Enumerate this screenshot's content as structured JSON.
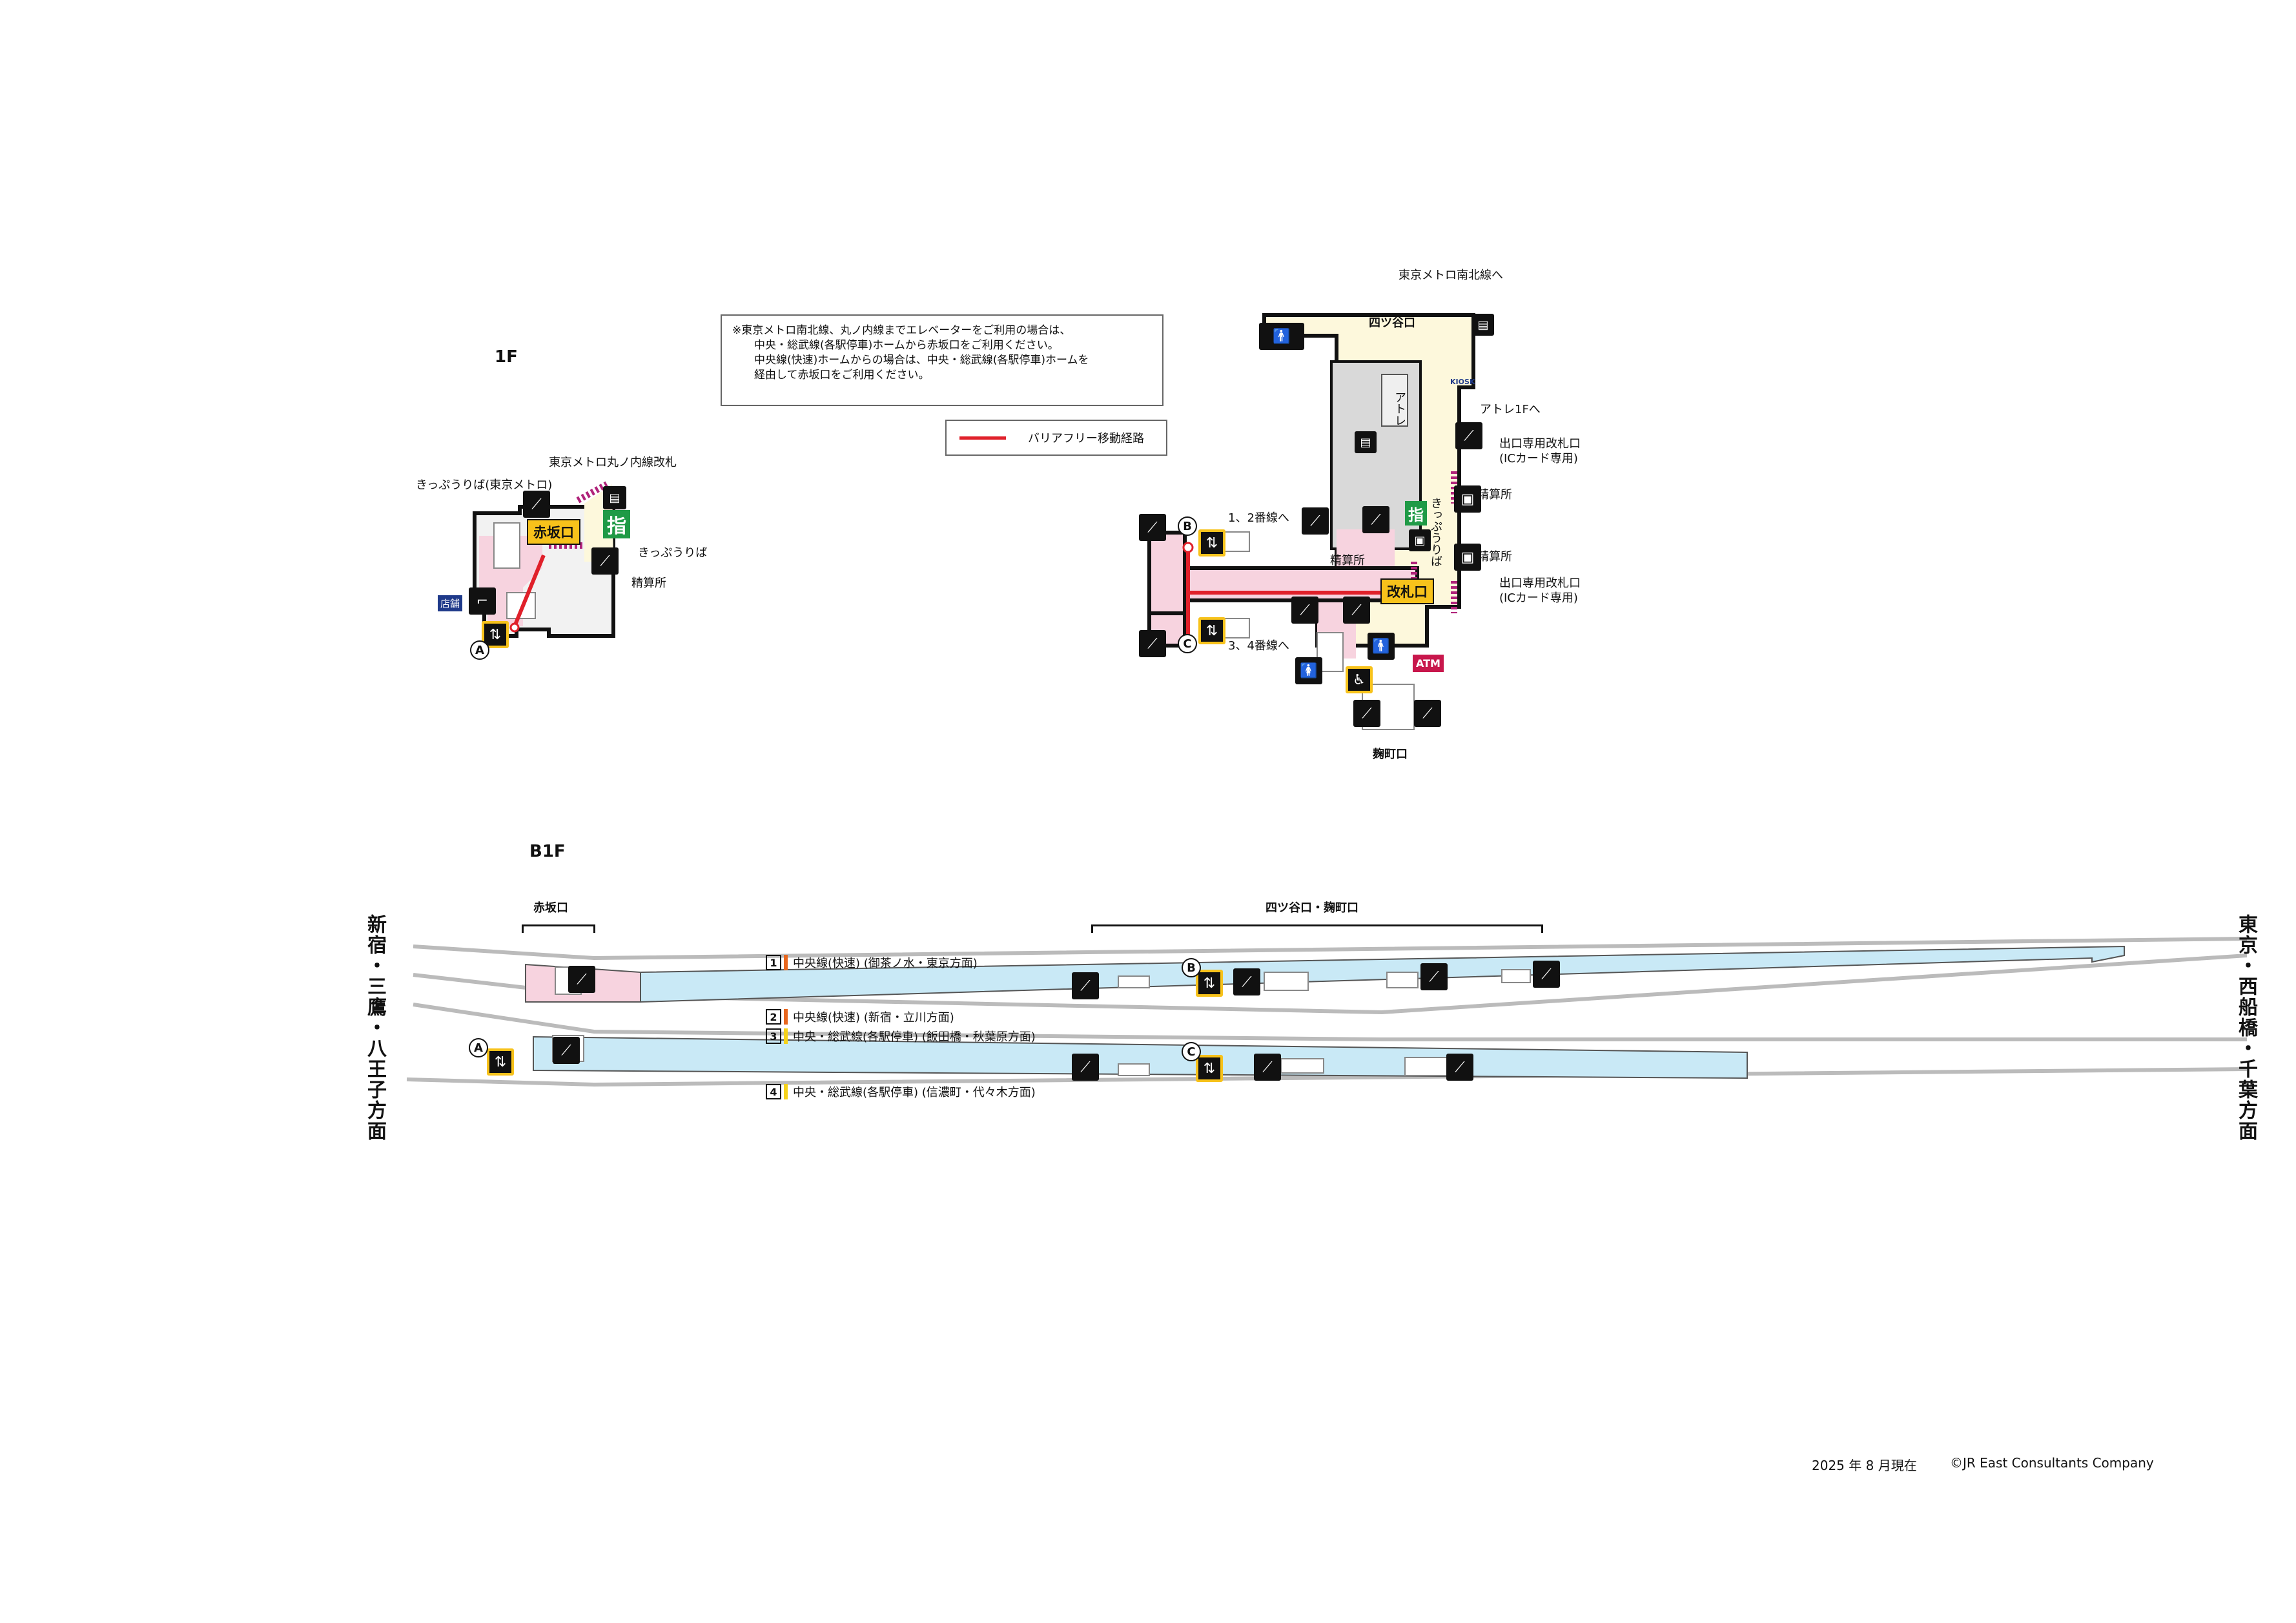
{
  "floors": {
    "f1": "1F",
    "b1": "B1F"
  },
  "notice": {
    "line1": "※東京メトロ南北線、丸ノ内線までエレベーターをご利用の場合は、",
    "line2": "中央・総武線(各駅停車)ホームから赤坂口をご利用ください。",
    "line3": "中央線(快速)ホームからの場合は、中央・総武線(各駅停車)ホームを",
    "line4": "経由して赤坂口をご利用ください。"
  },
  "legend": {
    "barrier_free": "バリアフリー移動経路"
  },
  "map_1f_left": {
    "marunouchi_gate": "東京メトロ丸ノ内線改札",
    "ticket_metro": "きっぷうりば(東京メトロ)",
    "akasaka_exit": "赤坂口",
    "ticket": "きっぷうりば",
    "fare_adjust": "精算所",
    "shop": "店舗",
    "reserved": "指",
    "marker_a": "A"
  },
  "map_1f_right": {
    "namboku": "東京メトロ南北線へ",
    "yotsuya_exit": "四ツ谷口",
    "atre": "アトレ",
    "atre_1f": "アトレ1Fへ",
    "kiosk": "KIOSK",
    "exit_ic_1": "出口専用改札口",
    "ic_only_1": "(ICカード専用)",
    "fare_adjust_1": "精算所",
    "fare_adjust_2": "精算所",
    "fare_adjust_3": "精算所",
    "exit_ic_2": "出口専用改札口",
    "ic_only_2": "(ICカード専用)",
    "ticket": "きっぷうりば",
    "reserved": "指",
    "ticket_gate": "改札口",
    "tracks_12": "1、2番線へ",
    "tracks_34": "3、4番線へ",
    "atm": "ATM",
    "kojimachi_exit": "麹町口",
    "marker_b": "B",
    "marker_c": "C"
  },
  "b1": {
    "akasaka": "赤坂口",
    "yotsuya_kojimachi": "四ツ谷口・麹町口",
    "west_dir": "新宿・三鷹・八王子方面",
    "east_dir": "東京・西船橋・千葉方面",
    "marker_a": "A",
    "marker_b": "B",
    "marker_c": "C",
    "platforms": [
      {
        "num": "1",
        "text": "中央線(快速) (御茶ノ水・東京方面)",
        "color": "#e8671e"
      },
      {
        "num": "2",
        "text": "中央線(快速) (新宿・立川方面)",
        "color": "#e8671e"
      },
      {
        "num": "3",
        "text": "中央・総武線(各駅停車) (飯田橋・秋葉原方面)",
        "color": "#f5d21b"
      },
      {
        "num": "4",
        "text": "中央・総武線(各駅停車) (信濃町・代々木方面)",
        "color": "#f5d21b"
      }
    ]
  },
  "footer": {
    "date": "2025 年 8 月現在",
    "copyright": "©JR East Consultants Company"
  },
  "colors": {
    "concourse": "#f2f2f2",
    "paid_area": "#f7d3df",
    "free_area": "#fdf8dc",
    "platform": "#c9e9f6",
    "route": "#e0202a",
    "label": "#f7c21b"
  },
  "icons": {
    "elevator": "elevator-icon",
    "escalator": "escalator-icon",
    "stairs": "stairs-icon",
    "toilet": "toilet-icon",
    "accessible": "wheelchair-icon",
    "ticket_machine": "ticket-machine-icon"
  }
}
